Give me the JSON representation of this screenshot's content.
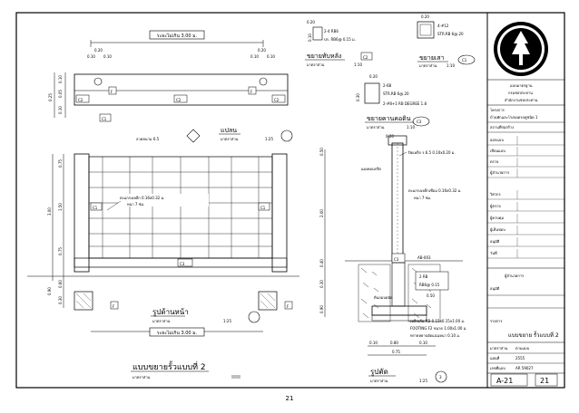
{
  "page_number": "21",
  "front": {
    "top_width_label": "ระยะไม่เกิน 3.00 ม.",
    "bottom_width_label": "ระยะไม่เกิน 3.00 ม.",
    "dim_left_a": "0.10",
    "dim_left_b": "0.20",
    "dim_left_c": "0.10",
    "dim_right_a": "0.10",
    "dim_right_b": "0.20",
    "dim_right_c": "0.10",
    "vert_top_1": "0.10",
    "vert_top_2": "0.05",
    "vert_top_3": "0.10",
    "vert_top_total": "0.25",
    "beam_tag_left": "C2",
    "beam_tag_right": "C2",
    "beam_tag_center": "C2",
    "post_tag_left": "F",
    "post_tag_right": "F",
    "col_tag_left": "C1",
    "col_tag_mid": "C1",
    "col_tag_right": "C1",
    "grid_dim_1": "0.75",
    "grid_dim_2": "1.50",
    "grid_dim_3": "0.75",
    "grid_dim_total": "3.00",
    "grid_dim_4": "0.60",
    "grid_dim_5": "0.30",
    "grid_dim_6": "0.90",
    "mesh_label": "ตะแกรงเหล็ก 0.16x0.32 ม.",
    "mesh_sub": "หนา 7 ซม.",
    "wire_label": "ลวดหนาม 6.5",
    "bottom_beam_tag": "C3",
    "footing_tag_left": "F",
    "footing_tag_right": "F",
    "view_title": "รูปด้านหน้า",
    "view_scale_label": "มาตราส่วน",
    "view_scale": "1:25",
    "plan_title": "แปลน",
    "plan_scale_label": "มาตราส่วน",
    "plan_scale": "1:25"
  },
  "details": {
    "beam_top_title": "ขยายทับหลัง",
    "beam_top_scale_label": "มาตราส่วน",
    "beam_top_scale": "1:10",
    "beam_top_tag": "C2",
    "beam_top_dim": "0.20",
    "beam_top_rebar_1": "2-4 RB6",
    "beam_top_rebar_2": "ปก. RB6@ 0.15 ม.",
    "beam_top_side": "0.10",
    "col_title": "ขยายเสา",
    "col_scale_label": "มาตราส่วน",
    "col_scale": "1:10",
    "col_tag": "C1",
    "col_dim": "0.20",
    "col_rebar_1": "4-#12",
    "col_rebar_2": "STR.RB 6@.20",
    "ground_title": "ขยายคานคอดิน",
    "ground_scale_label": "มาตราส่วน",
    "ground_scale": "1:10",
    "ground_tag": "C3",
    "ground_dim": "0.20",
    "ground_rebar_1": "2-6B",
    "ground_rebar_2": "STR.RB 6@.20",
    "ground_rebar_3": "2-#8+1 RB DEGREE 1.8",
    "ground_side": "0.30"
  },
  "section": {
    "top_dim": "0.20",
    "bar_label": "ปิดเหล็ก ร.6.5 0.10x0.20 ม.",
    "note_1": "แผงคอนกรีต",
    "mesh_label": "ตะแกรงเหล็กเชื่อม 0.16x0.32 ม.",
    "mesh_sub": "หนา 7 ซม.",
    "dim_v1": "0.50",
    "dim_v2": "2.00",
    "dim_v3": "0.40",
    "dim_v4": "0.30",
    "dim_v5": "0.90",
    "ground_tag": "C3",
    "ground_note": "AB-003",
    "footing_label": "ดินถมบดอัด",
    "ftg_dim_1": "0.10",
    "ftg_dim_2": "0.80",
    "ftg_dim_3": "0.50",
    "ftg_dim_4": "0.10",
    "ftg_dim_5": "0.75",
    "rebar_note": "เหล็กเส้น RB-0.15x0.15x1.00 ม.",
    "footing_note": "FOOTING F2  ขนาด 1.00x1.00 ม.",
    "footing_note_2": "ทรายหยาบอัดแน่นหนา 0.10 ม.",
    "rebar_box_1": "2 RB",
    "rebar_box_2": "RB6@ 0.15",
    "section_title": "รูปตัด",
    "section_scale_label": "มาตราส่วน",
    "section_scale": "1:25",
    "section_tag": "3"
  },
  "wall_title": {
    "title": "แบบขยายรั้วแบบที่ 2",
    "scale_label": "มาตราส่วน"
  },
  "titleblock": {
    "org_1": "แบบมาตรฐาน",
    "org_2": "กรมชลประทาน",
    "org_3": "สำนักงานชลประทาน",
    "project_label": "โครงการ",
    "project_name": "บ้านพักและโรงจอดรถคู่ชนิด 1",
    "location_label": "สถานที่ก่อสร้าง",
    "signature_rows": [
      {
        "label": "ออกแบบ",
        "value": ""
      },
      {
        "label": "เขียนแบบ",
        "value": ""
      },
      {
        "label": "ตรวจ",
        "value": ""
      },
      {
        "label": "ผู้อำนวยการ",
        "value": ""
      }
    ],
    "approval_rows": [
      {
        "label": "วิศวกร",
        "value": ""
      },
      {
        "label": "ผู้ตรวจ",
        "value": ""
      },
      {
        "label": "ผู้ควบคุม",
        "value": ""
      },
      {
        "label": "ผู้เห็นชอบ",
        "value": ""
      },
      {
        "label": "อนุมัติ",
        "value": ""
      },
      {
        "label": "วันที่",
        "value": ""
      }
    ],
    "approver_name": "ผู้อำนวยการ",
    "approver_title": "อนุมัติ",
    "drawing_title_label": "รายการ",
    "drawing_title": "แบบขยาย รั้วแบบที่ 2",
    "scale_label": "มาตราส่วน",
    "scale_value": "ตามแบบ",
    "sheet_label": "แผ่นที่",
    "sheet_value": "2555",
    "drawing_no_label": "เลขที่แบบ",
    "drawing_no": "AR 59027",
    "sheet_code": "A-21",
    "sheet_index": "21"
  }
}
